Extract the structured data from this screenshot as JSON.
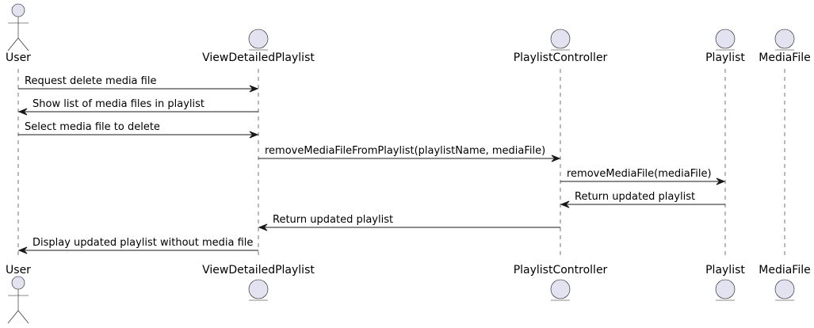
{
  "colors": {
    "participant_fill": "#E2E2F0",
    "line": "#181818",
    "text": "#000000",
    "background": "#FFFFFF"
  },
  "participants": [
    {
      "id": "user",
      "kind": "actor",
      "label": "User"
    },
    {
      "id": "view",
      "kind": "entity",
      "label": "ViewDetailedPlaylist"
    },
    {
      "id": "controller",
      "kind": "entity",
      "label": "PlaylistController"
    },
    {
      "id": "playlist",
      "kind": "entity",
      "label": "Playlist"
    },
    {
      "id": "mediafile",
      "kind": "entity",
      "label": "MediaFile"
    }
  ],
  "messages": [
    {
      "from": "user",
      "to": "view",
      "label": "Request delete media file"
    },
    {
      "from": "view",
      "to": "user",
      "label": "Show list of media files in playlist"
    },
    {
      "from": "user",
      "to": "view",
      "label": "Select media file to delete"
    },
    {
      "from": "view",
      "to": "controller",
      "label": "removeMediaFileFromPlaylist(playlistName, mediaFile)"
    },
    {
      "from": "controller",
      "to": "playlist",
      "label": "removeMediaFile(mediaFile)"
    },
    {
      "from": "playlist",
      "to": "controller",
      "label": "Return updated playlist"
    },
    {
      "from": "controller",
      "to": "view",
      "label": "Return updated playlist"
    },
    {
      "from": "view",
      "to": "user",
      "label": "Display updated playlist without media file"
    }
  ]
}
